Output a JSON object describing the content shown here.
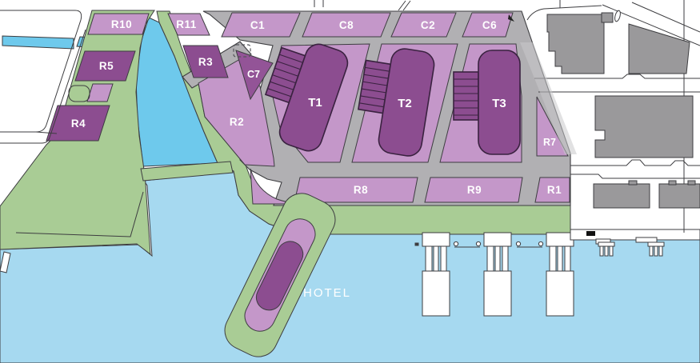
{
  "labels": {
    "r10": "R10",
    "r11": "R11",
    "c1": "C1",
    "c8": "C8",
    "c2": "C2",
    "c6": "C6",
    "r5": "R5",
    "r3": "R3",
    "c7": "C7",
    "r2": "R2",
    "r4": "R4",
    "t1": "T1",
    "t2": "T2",
    "t3": "T3",
    "r7": "R7",
    "r8": "R8",
    "r9": "R9",
    "r1": "R1",
    "hotel": "HOTEL"
  },
  "colors": {
    "channel_cyan": "#6EC9EC",
    "harbor_blue": "#A6D9F0",
    "park_green": "#A9CC95",
    "parcel_light": "#C497C9",
    "parcel_dark": "#8C4D90",
    "parcel_medium": "#935497",
    "road_gray": "#B1B0B3",
    "context_gray": "#9A999B",
    "outline_dark": "#3D3D40",
    "tower_outline": "#3A2240",
    "shadow_gray": "#C9C9CA",
    "label_white": "#FFFFFF"
  }
}
